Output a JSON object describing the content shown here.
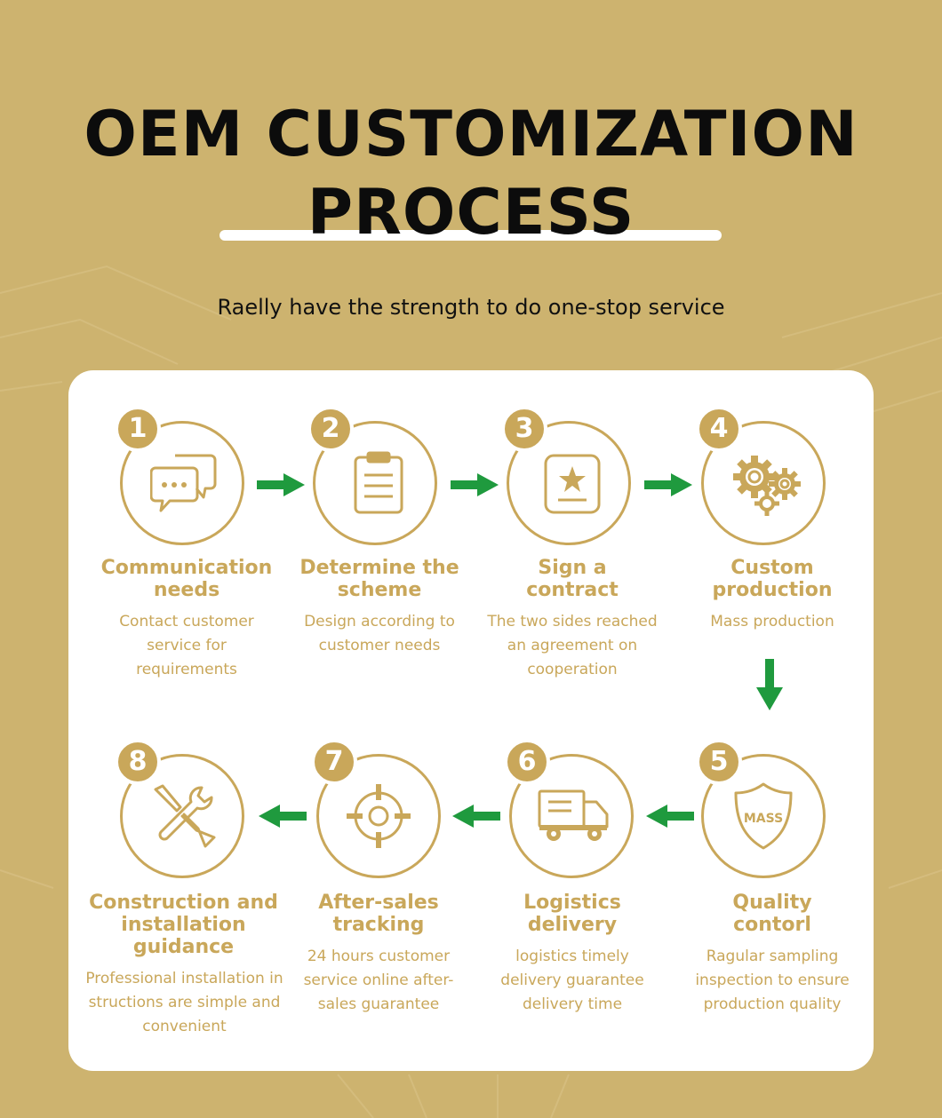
{
  "header": {
    "title_line1": "OEM CUSTOMIZATION",
    "title_line2": "PROCESS",
    "subtitle": "Raelly have the strength to do one-stop service"
  },
  "colors": {
    "background": "#cdb36f",
    "accent_gold": "#c9a75a",
    "arrow_green": "#1f9a3e",
    "card": "#ffffff",
    "title_text": "#0c0c0c"
  },
  "steps": [
    {
      "number": "1",
      "title": "Communication needs",
      "description": "Contact customer service for requirements",
      "icon": "chat-bubbles-icon"
    },
    {
      "number": "2",
      "title": "Determine the scheme",
      "description": "Design according to customer needs",
      "icon": "clipboard-icon"
    },
    {
      "number": "3",
      "title": "Sign a contract",
      "description": "The two sides reached an agreement on cooperation",
      "icon": "star-document-icon"
    },
    {
      "number": "4",
      "title": "Custom production",
      "description": "Mass production",
      "icon": "gears-icon"
    },
    {
      "number": "5",
      "title": "Quality contorl",
      "description": "Ragular sampling inspection to ensure production quality",
      "icon": "shield-icon",
      "icon_text": "MASS"
    },
    {
      "number": "6",
      "title": "Logistics delivery",
      "description": "logistics timely delivery guarantee delivery time",
      "icon": "truck-icon"
    },
    {
      "number": "7",
      "title": "After-sales tracking",
      "description": "24 hours customer service online after-sales guarantee",
      "icon": "target-icon"
    },
    {
      "number": "8",
      "title": "Construction and installation guidance",
      "description": "Professional installation in structions are simple and convenient",
      "icon": "tools-icon"
    }
  ]
}
